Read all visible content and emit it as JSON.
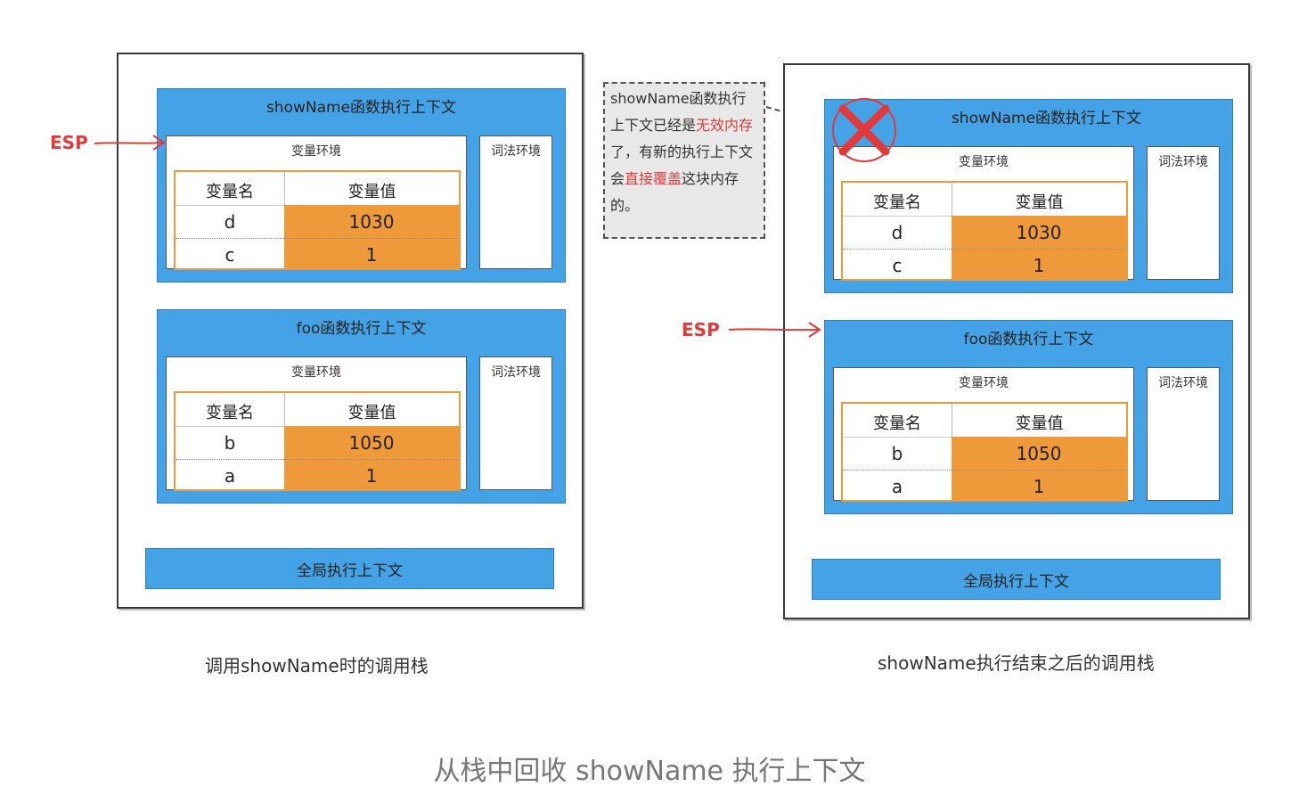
{
  "left": {
    "top_context": {
      "title": "showName函数执行上下文",
      "variable_env_title": "变量环境",
      "lexical_env_title": "词法环境",
      "header_name": "变量名",
      "header_value": "变量值",
      "rows": [
        {
          "name": "d",
          "value": "1030"
        },
        {
          "name": "c",
          "value": "1"
        }
      ]
    },
    "bottom_context": {
      "title": "foo函数执行上下文",
      "variable_env_title": "变量环境",
      "lexical_env_title": "词法环境",
      "header_name": "变量名",
      "header_value": "变量值",
      "rows": [
        {
          "name": "b",
          "value": "1050"
        },
        {
          "name": "a",
          "value": "1"
        }
      ]
    },
    "global_title": "全局执行上下文",
    "esp_label": "ESP",
    "caption": "调用showName时的调用栈"
  },
  "right": {
    "top_context": {
      "title": "showName函数执行上下文",
      "variable_env_title": "变量环境",
      "lexical_env_title": "词法环境",
      "header_name": "变量名",
      "header_value": "变量值",
      "rows": [
        {
          "name": "d",
          "value": "1030"
        },
        {
          "name": "c",
          "value": "1"
        }
      ]
    },
    "bottom_context": {
      "title": "foo函数执行上下文",
      "variable_env_title": "变量环境",
      "lexical_env_title": "词法环境",
      "header_name": "变量名",
      "header_value": "变量值",
      "rows": [
        {
          "name": "b",
          "value": "1050"
        },
        {
          "name": "a",
          "value": "1"
        }
      ]
    },
    "global_title": "全局执行上下文",
    "esp_label": "ESP",
    "caption": "showName执行结束之后的调用栈"
  },
  "note": {
    "part1": "showName函数执行上下文已经是",
    "part2_red": "无效内存",
    "part3": "了，有新的执行上下文会",
    "part4_red": "直接覆盖",
    "part5": "这块内存的。"
  },
  "footer": "从栈中回收 showName 执行上下文",
  "colors": {
    "context_blue": "#44a3e6",
    "value_orange": "#ef9a3a",
    "esp_red": "#e23a3a",
    "note_gray": "#e8e8e8"
  },
  "icons": {
    "invalid_mark": "red-x-circle-icon",
    "esp_arrow": "arrow-right-icon"
  }
}
